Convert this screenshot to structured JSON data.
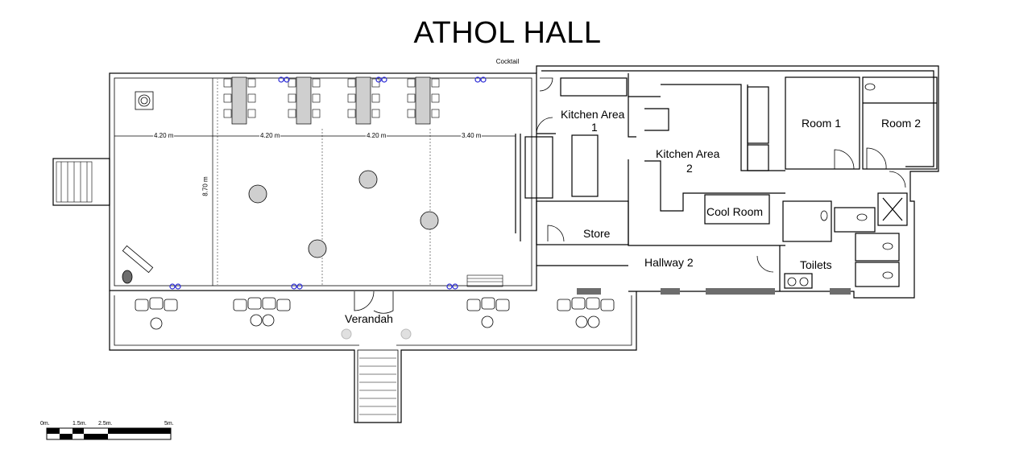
{
  "title": "ATHOL HALL",
  "subtitle": "Cocktail",
  "rooms": {
    "kitchen_area_1": "Kitchen Area",
    "kitchen_area_1_num": "1",
    "kitchen_area_2": "Kitchen Area",
    "kitchen_area_2_num": "2",
    "room_1": "Room 1",
    "room_2": "Room 2",
    "store": "Store",
    "cool_room": "Cool Room",
    "hallway_2": "Hallway 2",
    "toilets": "Toilets",
    "verandah": "Verandah"
  },
  "dimensions": {
    "d1": "4.20 m",
    "d2": "4.20 m",
    "d3": "4.20 m",
    "d4": "3.40 m",
    "height": "8.70 m"
  },
  "scale_bar": {
    "labels": [
      "0m.",
      "1.5m.",
      "2.5m.",
      "5m."
    ]
  },
  "colors": {
    "wall": "#000000",
    "chair_blue": "#2b2bd6",
    "table_fill": "#cfcfcf",
    "dark_fixture": "#6d6d6d"
  }
}
